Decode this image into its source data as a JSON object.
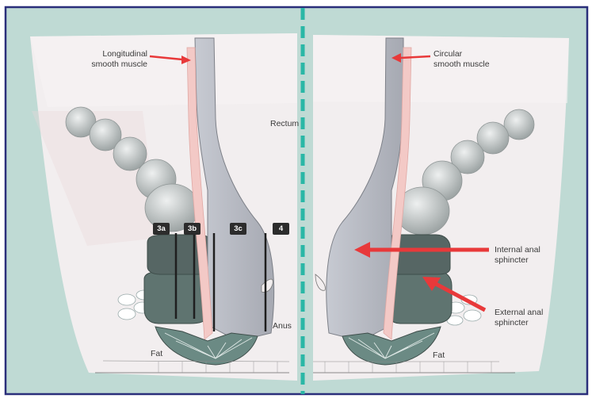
{
  "labels": {
    "longitudinal": "Longitudinal\nsmooth muscle",
    "circular": "Circular\nsmooth muscle",
    "rectum": "Rectum",
    "anus": "Anus",
    "internal_sphincter": "Internal anal\nsphincter",
    "external_sphincter": "External anal\nsphincter",
    "fat_left": "Fat",
    "fat_right": "Fat"
  },
  "tags": [
    "3a",
    "3b",
    "3c",
    "4"
  ],
  "colors": {
    "border": "#2a2f7a",
    "background": "#bfdad4",
    "pelvis": "#f2eeef",
    "rectum_wall": "#b5b8c0",
    "muscle_pink": "#f3c9c6",
    "internal_sphincter": "#5f6f6c",
    "external_sphincter": "#66807a",
    "divider": "#2ab7a6",
    "arrow": "#e8393a"
  }
}
